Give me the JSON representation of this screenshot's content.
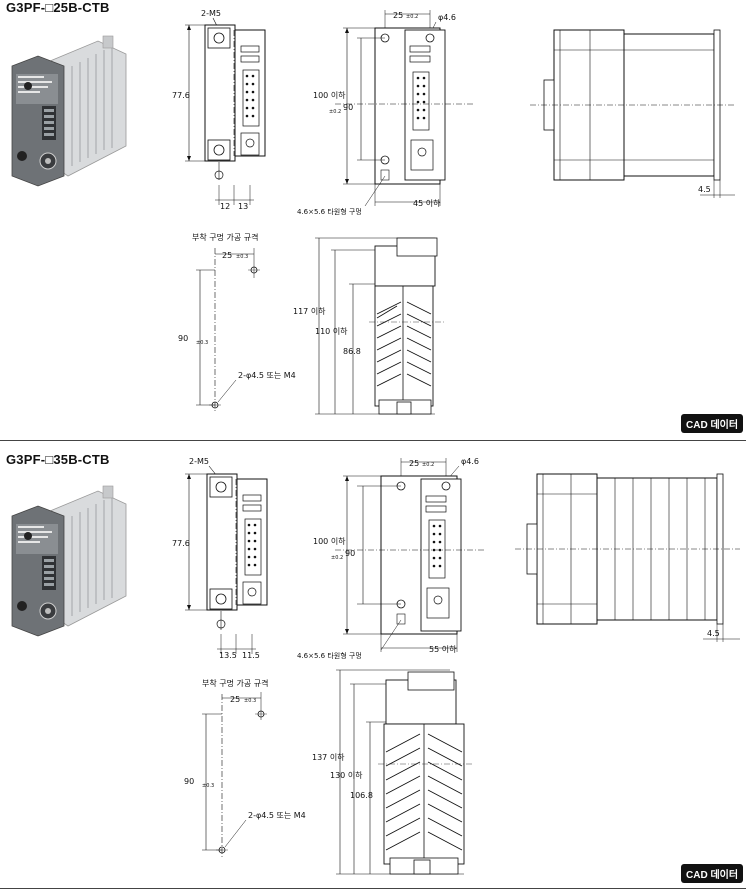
{
  "sections": [
    {
      "title": "G3PF-□25B-CTB",
      "front": {
        "holes": "2-M5",
        "height": "77.6",
        "width_left": "12",
        "width_right": "13"
      },
      "mount": {
        "pitch": "25",
        "pitch_tol": "±0.2",
        "hole_dia": "φ4.6",
        "height_max": "100 이하",
        "height": "90",
        "height_tol": "±0.2",
        "slot": "4.6×5.6 타원형 구멍",
        "width_max": "45 이하"
      },
      "side": {
        "offset": "4.5"
      },
      "cutout": {
        "caption": "부착 구멍 가공 규격",
        "pitch": "25",
        "pitch_tol": "±0.3",
        "height": "90",
        "height_tol": "±0.3",
        "holes": "2-φ4.5 또는 M4"
      },
      "profile": {
        "h1": "117 이하",
        "h2": "110 이하",
        "h3": "86.8"
      },
      "cad_label": "CAD 데이터"
    },
    {
      "title": "G3PF-□35B-CTB",
      "front": {
        "holes": "2-M5",
        "height": "77.6",
        "width_left": "13.5",
        "width_right": "11.5"
      },
      "mount": {
        "pitch": "25",
        "pitch_tol": "±0.2",
        "hole_dia": "φ4.6",
        "height_max": "100 이하",
        "height": "90",
        "height_tol": "±0.2",
        "slot": "4.6×5.6 타원형 구멍",
        "width_max": "55 이하"
      },
      "side": {
        "offset": "4.5"
      },
      "cutout": {
        "caption": "부착 구멍 가공 규격",
        "pitch": "25",
        "pitch_tol": "±0.3",
        "height": "90",
        "height_tol": "±0.3",
        "holes": "2-φ4.5 또는 M4"
      },
      "profile": {
        "h1": "137 이하",
        "h2": "130 이하",
        "h3": "106.8"
      },
      "cad_label": "CAD 데이터"
    }
  ],
  "colors": {
    "ink": "#111111",
    "photo_body": "#6e7276",
    "photo_heatsink": "#d9dbdd",
    "badge_bg": "#111111"
  }
}
